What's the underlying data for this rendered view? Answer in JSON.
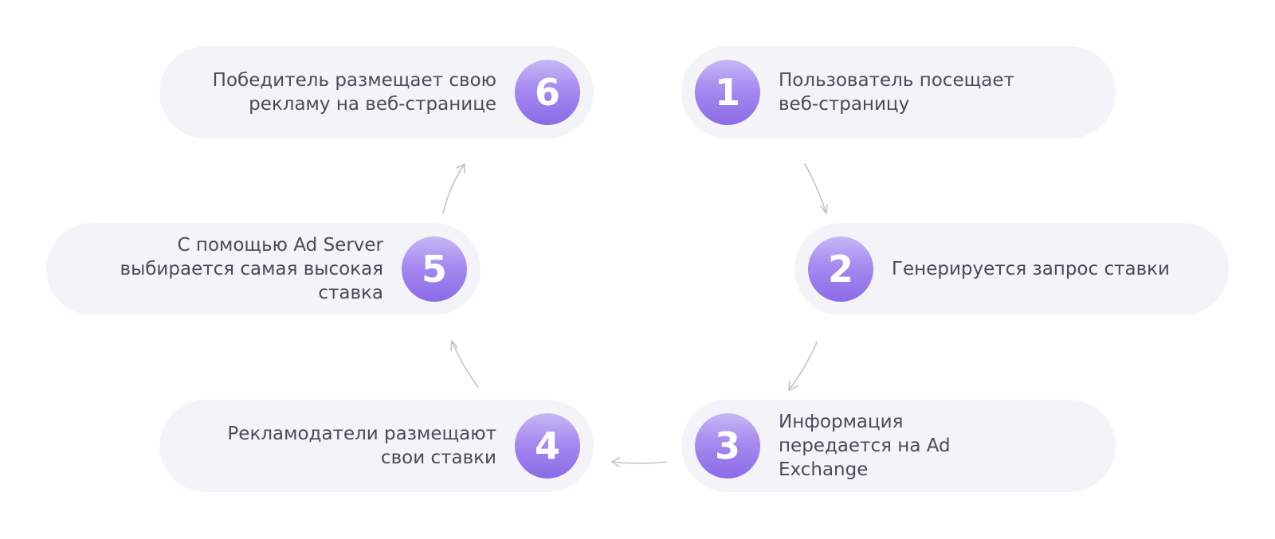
{
  "steps": [
    {
      "number": "1",
      "label": "Пользователь посещает веб-страницу"
    },
    {
      "number": "2",
      "label": "Генерируется запрос ставки"
    },
    {
      "number": "3",
      "label": "Информация передается на Ad Exchange"
    },
    {
      "number": "4",
      "label": "Рекламодатели размещают свои ставки"
    },
    {
      "number": "5",
      "label": "С помощью Ad Server выбирается самая высокая ставка"
    },
    {
      "number": "6",
      "label": "Победитель размещает свою рекламу на веб-странице"
    }
  ],
  "colors": {
    "pill_background": "#f4f3f8",
    "badge_gradient_top": "#c6b8f5",
    "badge_gradient_bottom": "#8b6be6",
    "text": "#4a4a5a",
    "arrow": "#c4c4c8"
  }
}
